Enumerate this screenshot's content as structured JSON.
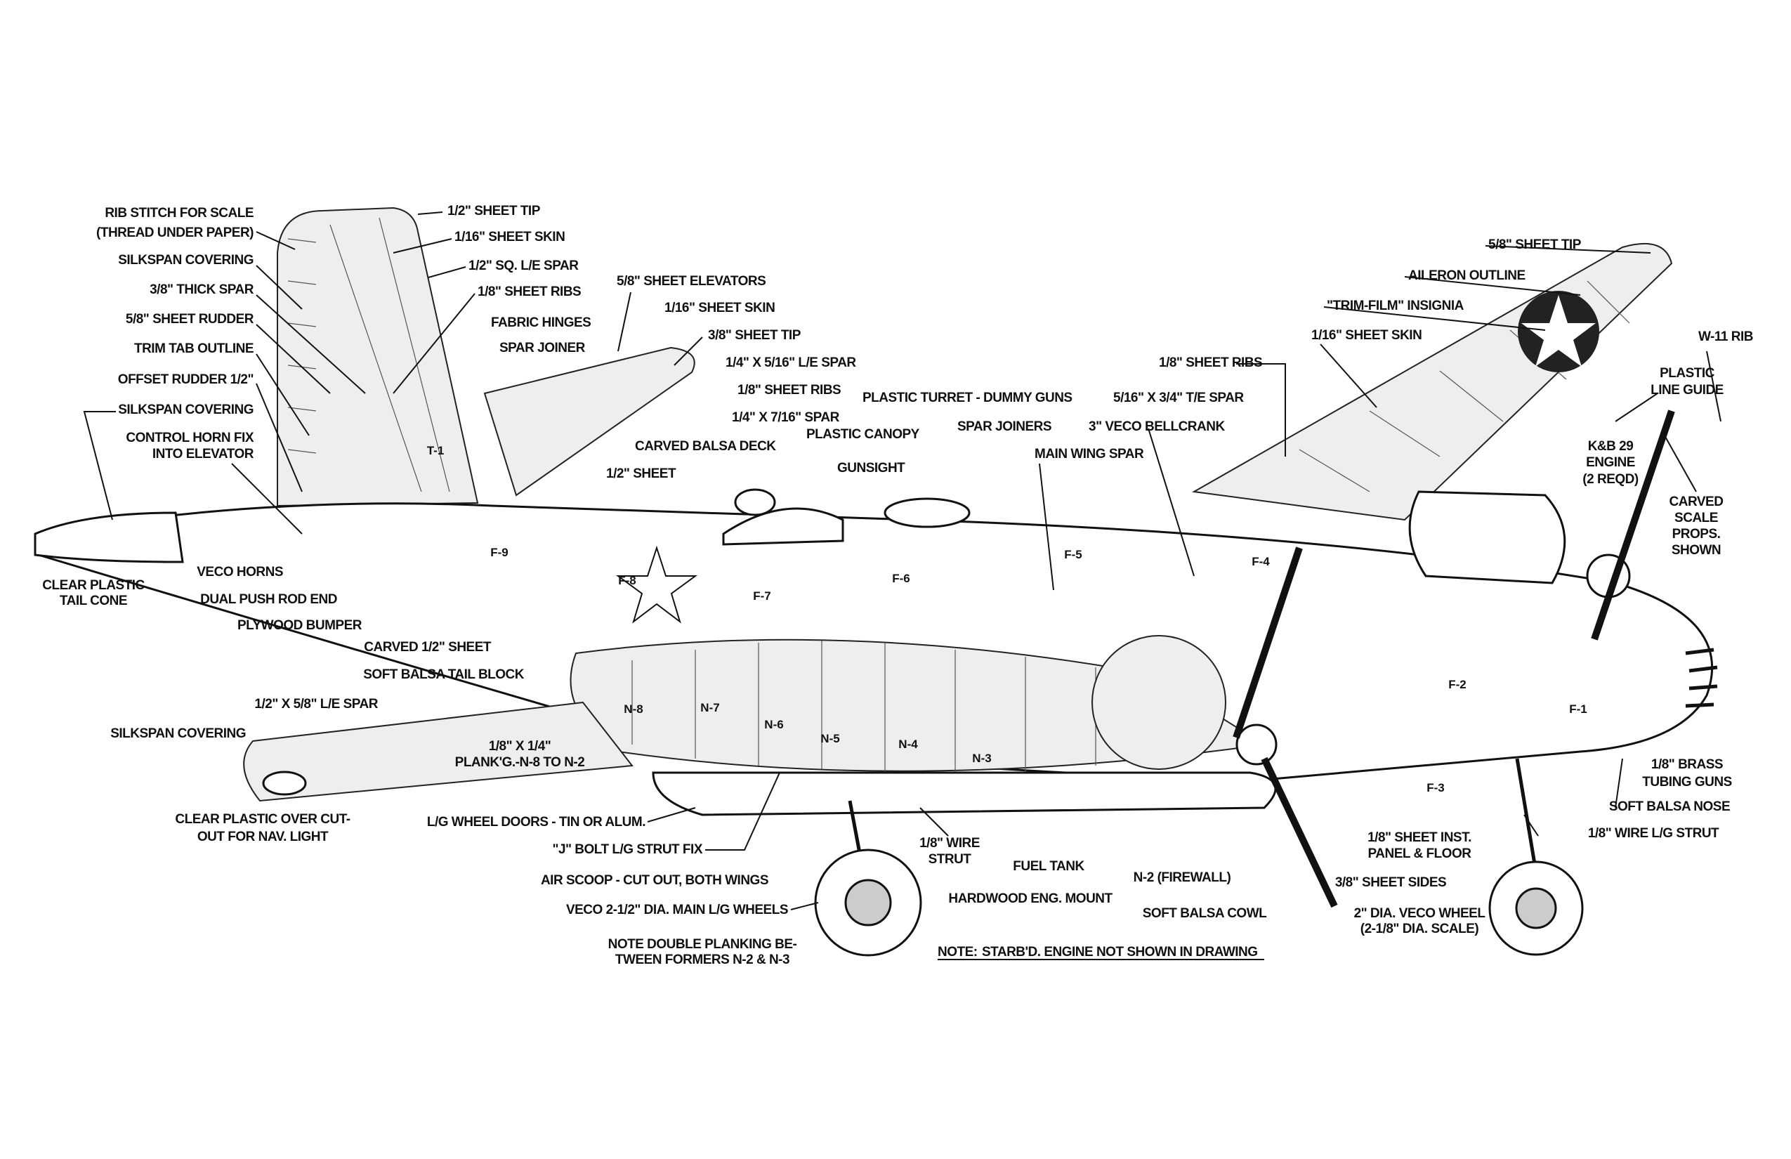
{
  "drawing": {
    "title": "Twin-engine model aircraft cutaway construction drawing",
    "labels": {
      "rib_stitch": [
        "RIB STITCH FOR SCALE",
        "(THREAD UNDER PAPER)"
      ],
      "silkspan_fin": "SILKSPAN COVERING",
      "thick_spar": "3/8\" THICK SPAR",
      "sheet_rudder": "5/8\" SHEET RUDDER",
      "trim_tab": "TRIM TAB OUTLINE",
      "offset_rudder": "OFFSET RUDDER 1/2\"",
      "silkspan_stab": "SILKSPAN COVERING",
      "control_horn": [
        "CONTROL HORN FIX",
        "INTO ELEVATOR"
      ],
      "tail_cone": [
        "CLEAR PLASTIC",
        "TAIL CONE"
      ],
      "veco_horns": "VECO HORNS",
      "push_rod": "DUAL PUSH ROD END",
      "plywood_bumper": "PLYWOOD BUMPER",
      "carved_half_sheet": "CARVED 1/2\" SHEET",
      "tail_block": "SOFT BALSA TAIL BLOCK",
      "le_spar_wing": "1/2\" X 5/8\" L/E SPAR",
      "silkspan_wing": "SILKSPAN COVERING",
      "nav_light": [
        "CLEAR PLASTIC OVER CUT-",
        "OUT FOR NAV. LIGHT"
      ],
      "planking": [
        "1/8\" X 1/4\"",
        "PLANK'G.-N-8 TO N-2"
      ],
      "wheel_doors": "L/G WHEEL DOORS - TIN OR ALUM.",
      "j_bolt": "\"J\" BOLT L/G STRUT FIX",
      "air_scoop": "AIR SCOOP - CUT OUT, BOTH WINGS",
      "main_wheels": "VECO 2-1/2\" DIA. MAIN L/G WHEELS",
      "double_planking": [
        "NOTE DOUBLE PLANKING BE-",
        "TWEEN FORMERS N-2 & N-3"
      ],
      "wire_strut": [
        "1/8\" WIRE",
        "STRUT"
      ],
      "fuel_tank": "FUEL TANK",
      "eng_mount": "HARDWOOD ENG. MOUNT",
      "firewall": "N-2 (FIREWALL)",
      "cowl": "SOFT BALSA COWL",
      "note_prefix": "NOTE:",
      "note_text": "STARB'D. ENGINE NOT SHOWN IN DRAWING",
      "sheet_sides": "3/8\" SHEET SIDES",
      "inst_panel": [
        "1/8\" SHEET INST.",
        "PANEL & FLOOR"
      ],
      "nose_wheel": [
        "2\" DIA. VECO WHEEL",
        "(2-1/8\" DIA. SCALE)"
      ],
      "wire_lg_strut": "1/8\" WIRE L/G STRUT",
      "balsa_nose": "SOFT BALSA NOSE",
      "brass_guns": [
        "1/8\" BRASS",
        "TUBING GUNS"
      ],
      "fin_tip": "1/2\" SHEET TIP",
      "fin_skin": "1/16\" SHEET SKIN",
      "fin_le_spar": "1/2\" SQ. L/E SPAR",
      "fin_ribs": "1/8\" SHEET RIBS",
      "elevators": "5/8\" SHEET ELEVATORS",
      "stab_skin": "1/16\" SHEET SKIN",
      "fabric_hinges": "FABRIC HINGES",
      "spar_joiner": "SPAR JOINER",
      "stab_tip": "3/8\" SHEET TIP",
      "stab_le_spar": "1/4\" X 5/16\" L/E SPAR",
      "stab_ribs": "1/8\" SHEET RIBS",
      "stab_spar": "1/4\" X 7/16\" SPAR",
      "balsa_deck": "CARVED BALSA DECK",
      "half_sheet": "1/2\" SHEET",
      "turret": "PLASTIC TURRET - DUMMY GUNS",
      "canopy": "PLASTIC CANOPY",
      "gunsight": "GUNSIGHT",
      "spar_joiners": "SPAR JOINERS",
      "main_spar": "MAIN WING SPAR",
      "te_spar": "5/16\" X 3/4\" T/E SPAR",
      "bellcrank": "3\" VECO BELLCRANK",
      "wing_ribs": "1/8\" SHEET RIBS",
      "wing_tip": "5/8\" SHEET TIP",
      "aileron": "AILERON OUTLINE",
      "insignia": "\"TRIM-FILM\" INSIGNIA",
      "wing_skin": "1/16\" SHEET SKIN",
      "w11_rib": "W-11 RIB",
      "line_guide": [
        "PLASTIC",
        "LINE GUIDE"
      ],
      "engine": [
        "K&B 29",
        "ENGINE",
        "(2 REQD)"
      ],
      "props": [
        "CARVED",
        "SCALE",
        "PROPS.",
        "SHOWN"
      ]
    },
    "formers": [
      "T-1",
      "F-9",
      "F-8",
      "F-7",
      "F-6",
      "F-5",
      "F-4",
      "F-3",
      "F-2",
      "F-1",
      "N-8",
      "N-7",
      "N-6",
      "N-5",
      "N-4",
      "N-3"
    ]
  }
}
